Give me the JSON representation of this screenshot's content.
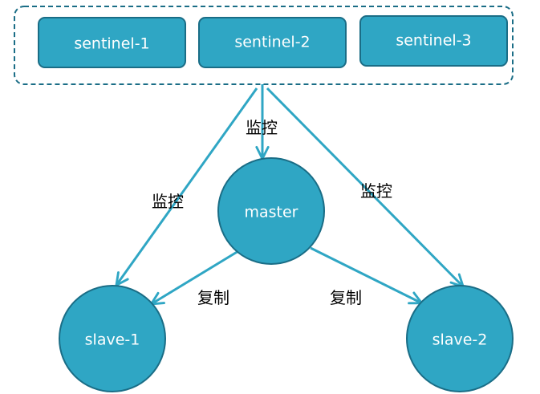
{
  "colors": {
    "node_fill": "#2FA6C4",
    "node_stroke": "#1A6D86",
    "edge": "#2FA6C4",
    "group_border": "#1A6D86",
    "label": "#000000",
    "node_text": "#FFFFFF"
  },
  "sentinels": {
    "s1": "sentinel-1",
    "s2": "sentinel-2",
    "s3": "sentinel-3"
  },
  "nodes": {
    "master": "master",
    "slave1": "slave-1",
    "slave2": "slave-2"
  },
  "labels": {
    "monitor_center": "监控",
    "monitor_left": "监控",
    "monitor_right": "监控",
    "replicate_left": "复制",
    "replicate_right": "复制"
  }
}
